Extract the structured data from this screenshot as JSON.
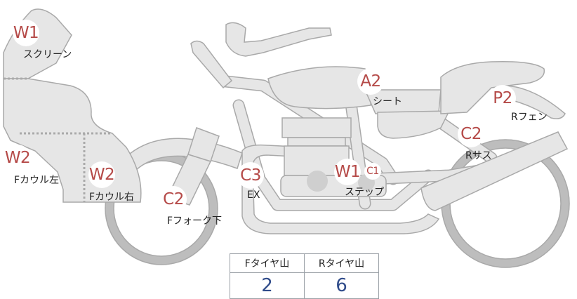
{
  "markers": {
    "screen": {
      "code": "W1",
      "label": "スクリーン"
    },
    "f_cowl_left": {
      "code": "W2",
      "label": "Fカウル左"
    },
    "f_cowl_right": {
      "code": "W2",
      "label": "Fカウル右"
    },
    "f_fork_lower": {
      "code": "C2",
      "label": "Fフォーク下"
    },
    "exhaust": {
      "code": "C3",
      "label": "EX"
    },
    "step": {
      "code": "W1",
      "code2": "C1",
      "label": "ステップ"
    },
    "seat": {
      "code": "A2",
      "label": "シート"
    },
    "r_fender": {
      "code": "P2",
      "label": "Rフェン"
    },
    "r_suspension": {
      "code": "C2",
      "label": "Rサス"
    }
  },
  "tread_table": {
    "headers": [
      "Fタイヤ山",
      "Rタイヤ山"
    ],
    "values": [
      "2",
      "6"
    ]
  },
  "colors": {
    "marker_text": "#b54a48",
    "value_text": "#2f4b8a",
    "part_fill": "#e6e6e6",
    "part_stroke": "#a9a9a9"
  }
}
